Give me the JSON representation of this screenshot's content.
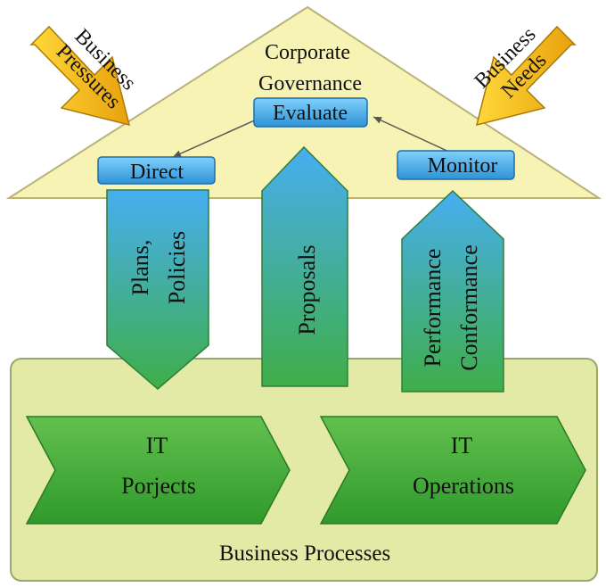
{
  "governance": {
    "title_line1": "Corporate",
    "title_line2": "Governance",
    "evaluate": "Evaluate",
    "direct": "Direct",
    "monitor": "Monitor"
  },
  "pressures": {
    "left_line1": "Business",
    "left_line2": "Pressures",
    "right_line1": "Business",
    "right_line2": "Needs"
  },
  "flows": {
    "plans_line1": "Plans,",
    "plans_line2": "Policies",
    "proposals": "Proposals",
    "perf_line1": "Performance",
    "perf_line2": "Conformance"
  },
  "processes": {
    "label": "Business Processes",
    "projects_line1": "IT",
    "projects_line2": "Porjects",
    "operations_line1": "IT",
    "operations_line2": "Operations"
  },
  "colors": {
    "roof": "#f7f3b4",
    "base": "#e2eaa6",
    "box_blue": "#4aa6e4",
    "green": "#3fa835",
    "arrow_gold": "#f2b516"
  }
}
